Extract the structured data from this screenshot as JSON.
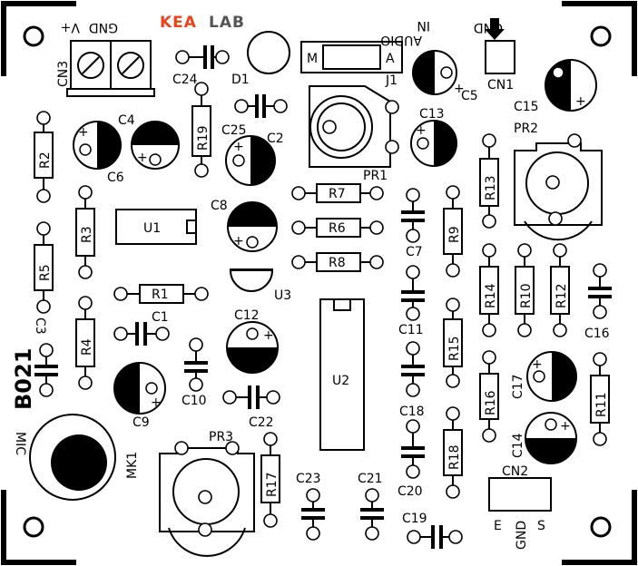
{
  "logo": {
    "part1": "KEA",
    "part2": "LAB"
  },
  "board_id": "B021",
  "cn3": {
    "ref": "CN3",
    "pin1": "V+",
    "pin2": "GND"
  },
  "cn1": {
    "ref": "CN1",
    "pin_gnd": "GND",
    "line1": "IN",
    "line2": "AUDIO"
  },
  "cn2": {
    "ref": "CN2",
    "pin_e": "E",
    "pin_gnd": "GND",
    "pin_s": "S"
  },
  "mic": {
    "ref": "MK1",
    "name": "MIC"
  },
  "polarity": {
    "plus": "+"
  },
  "d1": {
    "ref": "D1",
    "marks": {
      "m": "M",
      "a": "A"
    }
  },
  "j1": {
    "ref": "J1"
  },
  "pots": {
    "pr1": "PR1",
    "pr2": "PR2",
    "pr3": "PR3"
  },
  "ics": {
    "u1": "U1",
    "u2": "U2",
    "u3": "U3"
  },
  "resistors": {
    "r1": "R1",
    "r2": "R2",
    "r3": "R3",
    "r4": "R4",
    "r5": "R5",
    "r6": "R6",
    "r7": "R7",
    "r8": "R8",
    "r9": "R9",
    "r10": "R10",
    "r11": "R11",
    "r12": "R12",
    "r13": "R13",
    "r14": "R14",
    "r15": "R15",
    "r16": "R16",
    "r17": "R17",
    "r18": "R18",
    "r19": "R19"
  },
  "caps": {
    "c1": "C1",
    "c3": "C3",
    "c7": "C7",
    "c10": "C10",
    "c11": "C11",
    "c16": "C16",
    "c18": "C18",
    "c19": "C19",
    "c20": "C20",
    "c21": "C21",
    "c22": "C22",
    "c23": "C23",
    "c24": "C24",
    "c25": "C25"
  },
  "elcaps": {
    "c2": "C2",
    "c4": "C4",
    "c5": "C5",
    "c6": "C6",
    "c8": "C8",
    "c9": "C9",
    "c12": "C12",
    "c13": "C13",
    "c14": "C14",
    "c15": "C15",
    "c17": "C17"
  }
}
